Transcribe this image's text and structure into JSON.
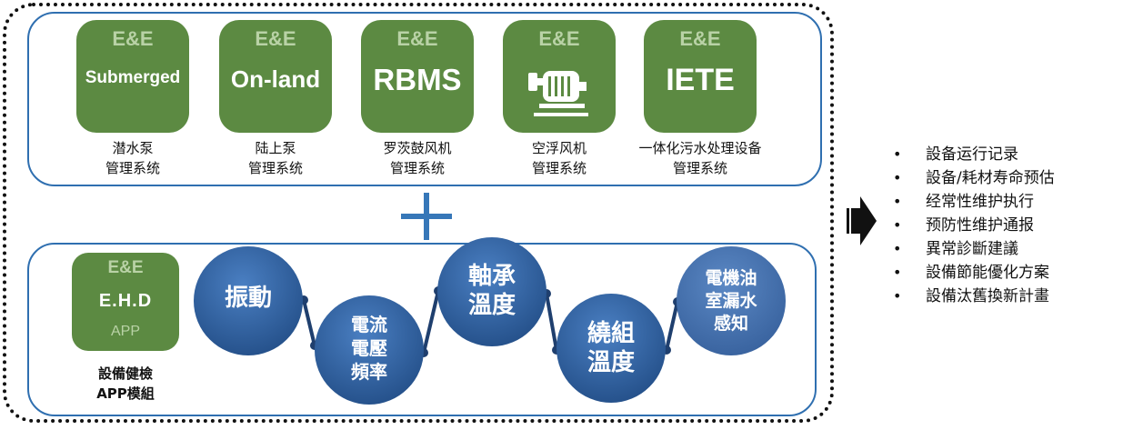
{
  "systems": [
    {
      "brand": "E&E",
      "name": "Submerged",
      "label_line1": "潜水泵",
      "label_line2": "管理系统"
    },
    {
      "brand": "E&E",
      "name": "On-land",
      "label_line1": "陆上泵",
      "label_line2": "管理系统"
    },
    {
      "brand": "E&E",
      "name": "RBMS",
      "label_line1": "罗茨鼓风机",
      "label_line2": "管理系统"
    },
    {
      "brand": "E&E",
      "name": "",
      "icon": "blower-machine-icon",
      "label_line1": "空浮风机",
      "label_line2": "管理系统"
    },
    {
      "brand": "E&E",
      "name": "IETE",
      "label_line1": "一体化污水处理设备",
      "label_line2": "管理系统"
    }
  ],
  "plus_symbol": "+",
  "app": {
    "brand": "E&E",
    "name": "E.H.D",
    "tag": "APP",
    "label_line1": "設備健檢",
    "label_line2": "APP模組"
  },
  "sensors": [
    {
      "lines": [
        "振動"
      ]
    },
    {
      "lines": [
        "電流",
        "電壓",
        "頻率"
      ]
    },
    {
      "lines": [
        "軸承",
        "溫度"
      ]
    },
    {
      "lines": [
        "繞組",
        "溫度"
      ]
    },
    {
      "lines": [
        "電機油",
        "室漏水",
        "感知"
      ]
    }
  ],
  "outcomes": [
    "設备运行记录",
    "設备/耗材寿命预估",
    "经常性维护执行",
    "预防性维护通报",
    "異常診斷建議",
    "設備節能優化方案",
    "設備汰舊換新計畫"
  ],
  "bullet_char": "•",
  "colors": {
    "tile_green": "#5c8a42",
    "panel_blue": "#2f6fb0",
    "bubble_blue": "#2f5f9e"
  }
}
